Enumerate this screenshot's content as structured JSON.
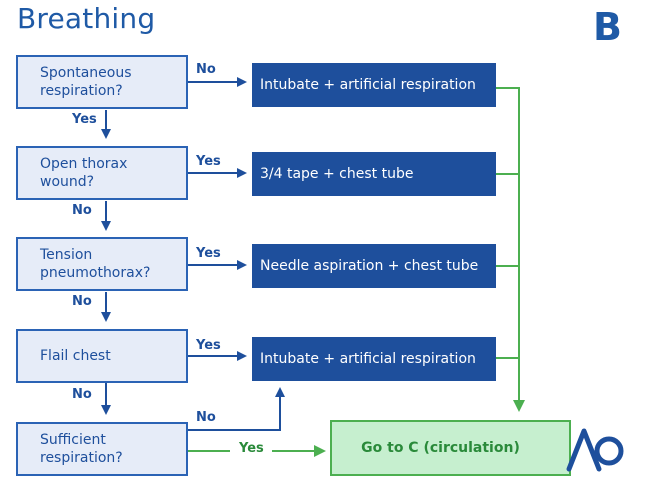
{
  "title": "Breathing",
  "section_letter": "B",
  "questions": [
    {
      "text": "Spontaneous\nrespiration?"
    },
    {
      "text": "Open thorax\nwound?"
    },
    {
      "text": "Tension\npneumothorax?"
    },
    {
      "text": "Flail chest"
    },
    {
      "text": "Sufficient\nrespiration?"
    }
  ],
  "actions": [
    {
      "text": "Intubate + artificial respiration"
    },
    {
      "text": "3/4 tape + chest tube"
    },
    {
      "text": "Needle aspiration + chest tube"
    },
    {
      "text": "Intubate + artificial respiration"
    }
  ],
  "goto": "Go to C (circulation)",
  "branch_labels": {
    "q1_side": "No",
    "q1_down": "Yes",
    "q2_side": "Yes",
    "q2_down": "No",
    "q3_side": "Yes",
    "q3_down": "No",
    "q4_side": "Yes",
    "q4_down": "No",
    "q5_up": "No",
    "q5_side": "Yes"
  },
  "colors": {
    "blue": "#1e4f9c",
    "green": "#4caf50",
    "question_fill": "#e6ecf8"
  },
  "logo": "AO"
}
